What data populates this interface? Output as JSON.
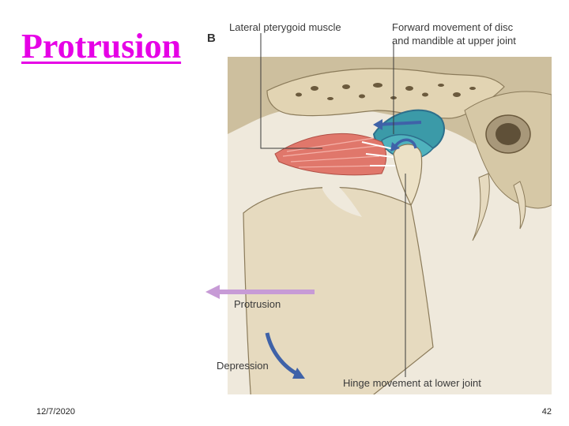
{
  "slide": {
    "title": "Protrusion",
    "date": "12/7/2020",
    "page_number": "42"
  },
  "figure": {
    "panel_letter": "B",
    "labels": {
      "lateral_pterygoid": "Lateral pterygoid muscle",
      "forward_movement_line1": "Forward movement of disc",
      "forward_movement_line2": "and mandible at upper joint",
      "protrusion": "Protrusion",
      "depression": "Depression",
      "hinge_movement": "Hinge movement at lower joint"
    }
  },
  "colors": {
    "title": "#e600e6",
    "bone": "#d9ccb0",
    "muscle": "#e0776b",
    "disc": "#3b9aa8",
    "protrusion_arrow": "#c79bd6",
    "depression_arrow": "#3f62a8"
  }
}
